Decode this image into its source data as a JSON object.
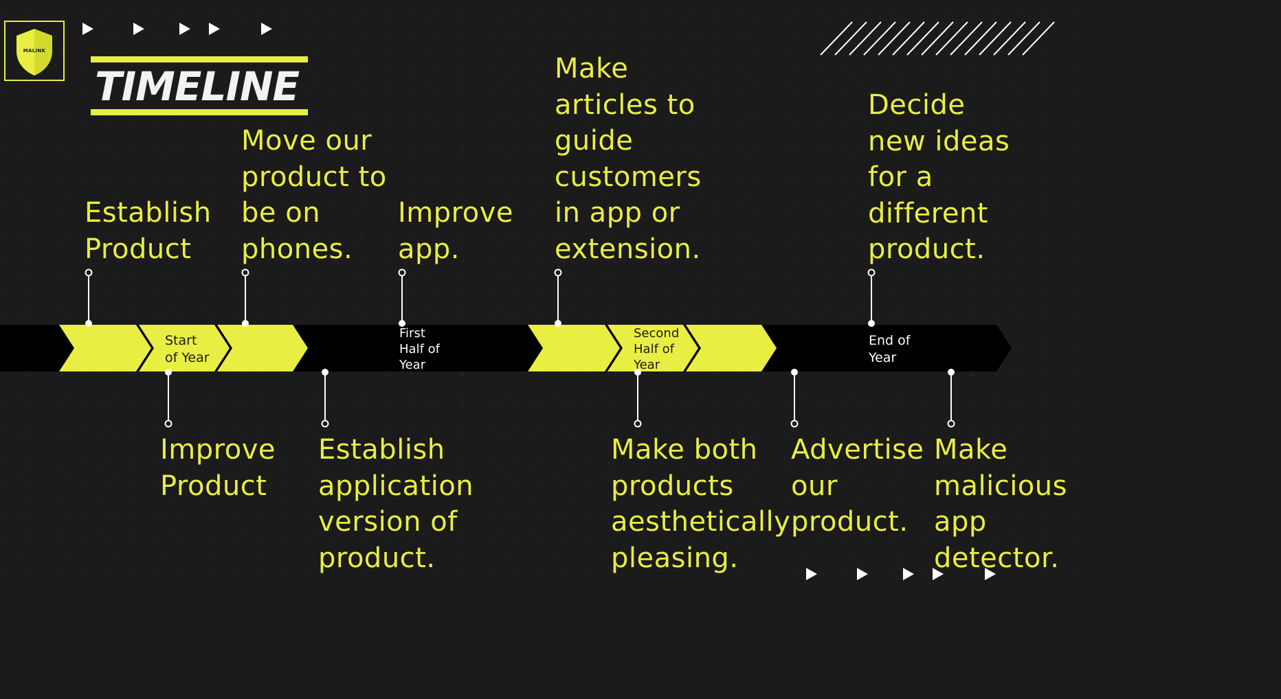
{
  "logo": {
    "text": "MALINK",
    "icon": "shield-icon"
  },
  "title": "TIMELINE",
  "colors": {
    "accent": "#e9ee43",
    "background": "#1b1b1b",
    "band": "#000000",
    "text_light": "#ffffff"
  },
  "periods": [
    {
      "label": "Start\nof Year"
    },
    {
      "label": "First\nHalf of\nYear"
    },
    {
      "label": "Second\nHalf of\nYear"
    },
    {
      "label": "End of\nYear"
    }
  ],
  "top_events": [
    {
      "text": "Establish\nProduct"
    },
    {
      "text": "Move our\nproduct to\nbe on\nphones."
    },
    {
      "text": "Improve\napp."
    },
    {
      "text": "Make\narticles to\nguide\ncustomers\nin app or\nextension."
    },
    {
      "text": "Decide\nnew ideas\nfor a\ndifferent\nproduct."
    }
  ],
  "bottom_events": [
    {
      "text": "Improve\nProduct"
    },
    {
      "text": "Establish\napplication\nversion of\nproduct."
    },
    {
      "text": "Make both\nproducts\naesthetically\npleasing."
    },
    {
      "text": "Advertise\nour\nproduct."
    },
    {
      "text": "Make\nmalicious\napp\ndetector."
    }
  ]
}
